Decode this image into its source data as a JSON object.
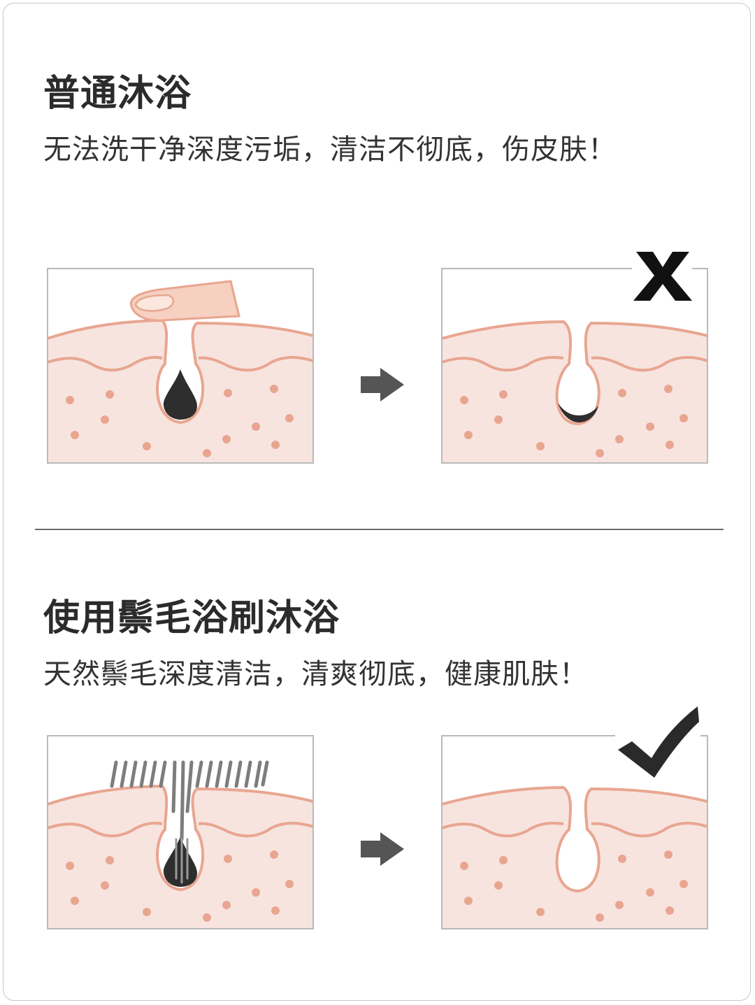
{
  "colors": {
    "skin_fill": "#f8e4df",
    "skin_line": "#e8a690",
    "dots": "#e8a690",
    "dirt": "#2e2e2e",
    "arrow": "#555555",
    "panel_border": "#b9b9b9"
  },
  "sections": [
    {
      "title": "普通沐浴",
      "subtitle": "无法洗干净深度污垢，清洁不彻底，伤皮肤！",
      "before_tool": "finger",
      "result_mark": "x-mark"
    },
    {
      "title": "使用鬃毛浴刷沐浴",
      "subtitle": "天然鬃毛深度清洁，清爽彻底，健康肌肤！",
      "before_tool": "bristle-brush",
      "result_mark": "check-mark"
    }
  ]
}
